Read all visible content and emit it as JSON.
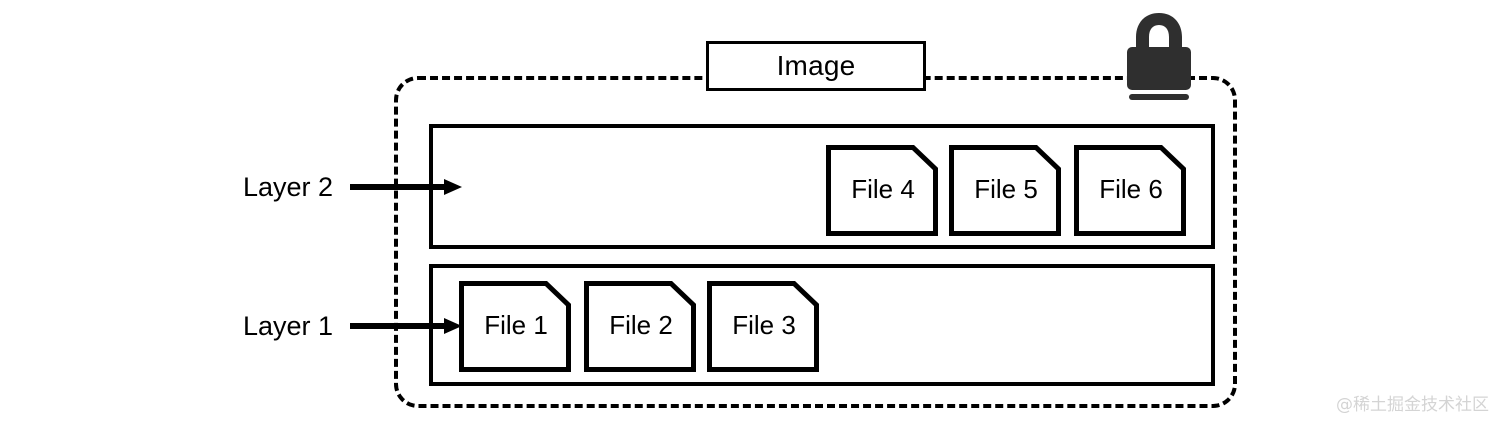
{
  "diagram": {
    "title": "Image",
    "container": {
      "label": "Image",
      "style": "dashed-rounded-rectangle"
    },
    "lock": {
      "icon_name": "padlock-icon",
      "state": "locked",
      "color": "#2f2f2f"
    },
    "annotations": [
      {
        "label": "Layer 2",
        "target": "layer-2"
      },
      {
        "label": "Layer 1",
        "target": "layer-1"
      }
    ],
    "layers": [
      {
        "id": "layer-2",
        "name": "Layer 2",
        "files": [
          {
            "label": "File 4"
          },
          {
            "label": "File 5"
          },
          {
            "label": "File 6"
          }
        ]
      },
      {
        "id": "layer-1",
        "name": "Layer 1",
        "files": [
          {
            "label": "File 1"
          },
          {
            "label": "File 2"
          },
          {
            "label": "File 3"
          }
        ]
      }
    ],
    "colors": {
      "stroke": "#000000",
      "background": "#ffffff",
      "lock": "#2f2f2f",
      "watermark": "#d4d4d4"
    }
  },
  "watermark": {
    "text": "@稀土掘金技术社区"
  }
}
